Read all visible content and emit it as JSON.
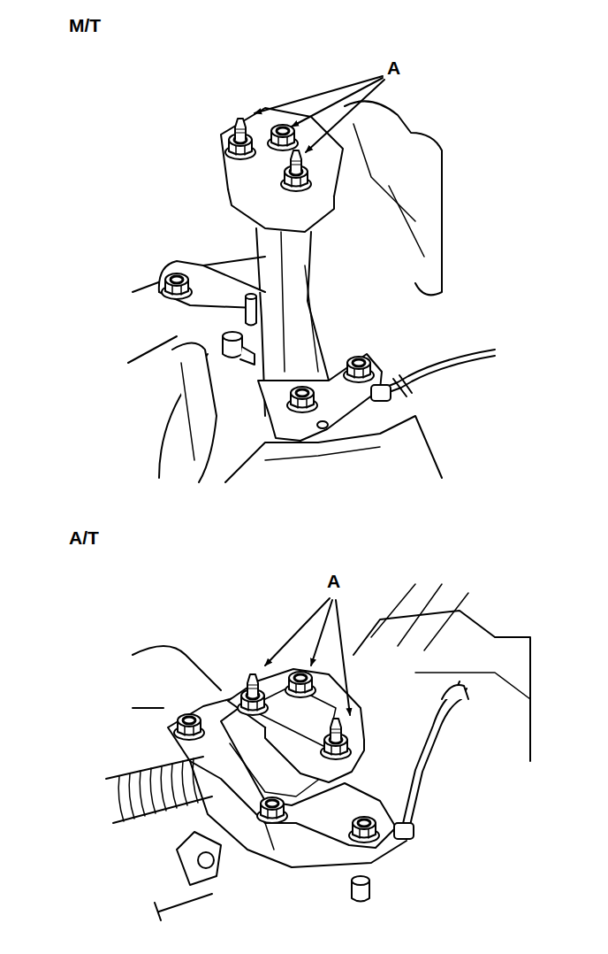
{
  "diagram": {
    "labels": [
      "M/T",
      "A",
      "A/T",
      "A"
    ]
  }
}
